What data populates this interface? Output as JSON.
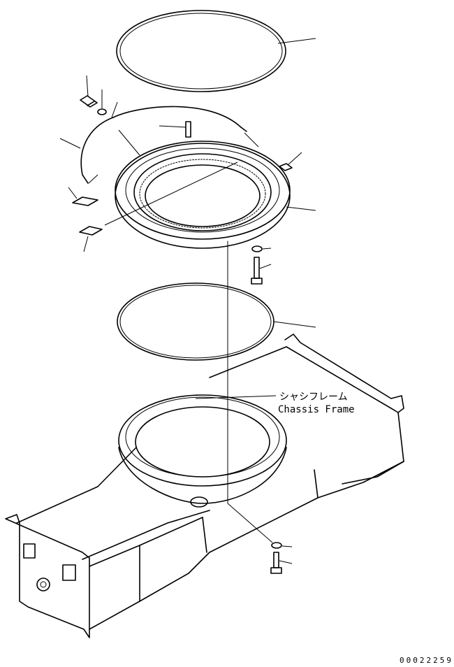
{
  "drawing": {
    "label_jp": "シャシフレーム",
    "label_en": "Chassis Frame",
    "illustration_number": "00022259"
  }
}
